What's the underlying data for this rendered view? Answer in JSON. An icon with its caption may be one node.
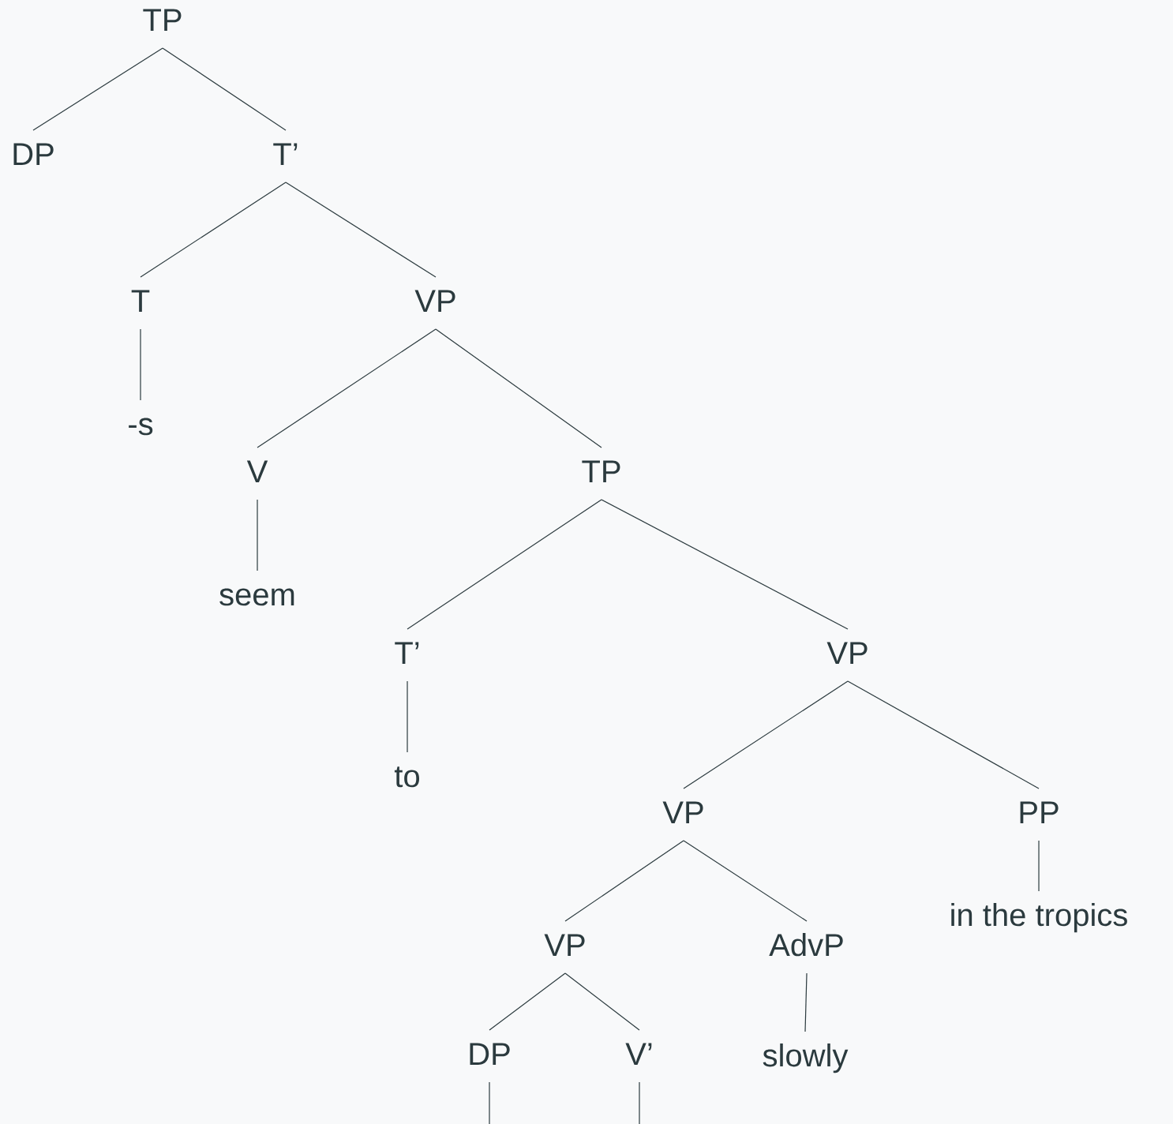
{
  "diagram": {
    "nodes": [
      {
        "text": [
          "TP"
        ]
      },
      {
        "text": [
          "DP"
        ]
      },
      {
        "text": [
          "T’"
        ]
      },
      {
        "text": [
          "T"
        ]
      },
      {
        "text": [
          "VP"
        ]
      },
      {
        "text": [
          "-s"
        ]
      },
      {
        "text": [
          "V"
        ]
      },
      {
        "text": [
          "TP"
        ]
      },
      {
        "text": [
          "seem"
        ]
      },
      {
        "text": [
          "T’"
        ]
      },
      {
        "text": [
          "VP"
        ]
      },
      {
        "text": [
          "to"
        ]
      },
      {
        "text": [
          "VP"
        ]
      },
      {
        "text": [
          "PP"
        ]
      },
      {
        "text": [
          "VP"
        ]
      },
      {
        "text": [
          "AdvP"
        ]
      },
      {
        "text": [
          "in the tropics"
        ]
      },
      {
        "text": [
          "slowly"
        ]
      },
      {
        "text": [
          "DP"
        ]
      },
      {
        "text": [
          "V’"
        ]
      }
    ],
    "edges": [
      {
        "from": 0,
        "to": 1,
        "arrow": "none"
      },
      {
        "from": 0,
        "to": 2,
        "arrow": "none"
      },
      {
        "from": 2,
        "to": 3,
        "arrow": "none"
      },
      {
        "from": 2,
        "to": 4,
        "arrow": "none"
      },
      {
        "from": 3,
        "to": 5,
        "arrow": "none"
      },
      {
        "from": 4,
        "to": 6,
        "arrow": "none"
      },
      {
        "from": 4,
        "to": 7,
        "arrow": "none"
      },
      {
        "from": 6,
        "to": 8,
        "arrow": "none"
      },
      {
        "from": 7,
        "to": 9,
        "arrow": "none"
      },
      {
        "from": 7,
        "to": 10,
        "arrow": "none"
      },
      {
        "from": 9,
        "to": 11,
        "arrow": "none"
      },
      {
        "from": 10,
        "to": 12,
        "arrow": "none"
      },
      {
        "from": 10,
        "to": 13,
        "arrow": "none"
      },
      {
        "from": 12,
        "to": 14,
        "arrow": "none"
      },
      {
        "from": 12,
        "to": 15,
        "arrow": "none"
      },
      {
        "from": 13,
        "to": 16,
        "arrow": "none"
      },
      {
        "from": 14,
        "to": 18,
        "arrow": "none"
      },
      {
        "from": 14,
        "to": 19,
        "arrow": "none"
      },
      {
        "from": 15,
        "to": 17,
        "arrow": "none"
      },
      {
        "from": 18,
        "to": null,
        "arrow": "none"
      },
      {
        "from": 19,
        "to": null,
        "arrow": "none"
      }
    ]
  }
}
